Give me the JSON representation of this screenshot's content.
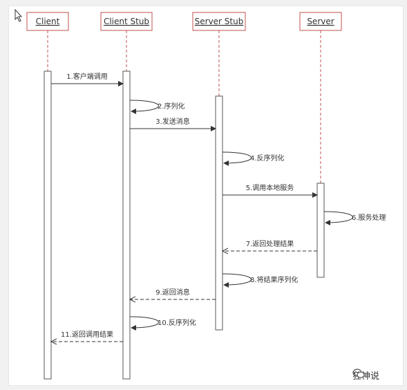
{
  "diagram": {
    "participants": [
      {
        "id": "client",
        "label": "Client"
      },
      {
        "id": "client_stub",
        "label": "Client Stub"
      },
      {
        "id": "server_stub",
        "label": "Server Stub"
      },
      {
        "id": "server",
        "label": "Server"
      }
    ],
    "messages": [
      {
        "id": "m1",
        "label": "1.客户端调用",
        "from": "client",
        "to": "client_stub",
        "kind": "call"
      },
      {
        "id": "m2",
        "label": "2.序列化",
        "from": "client_stub",
        "to": "client_stub",
        "kind": "self"
      },
      {
        "id": "m3",
        "label": "3.发送消息",
        "from": "client_stub",
        "to": "server_stub",
        "kind": "call"
      },
      {
        "id": "m4",
        "label": "4.反序列化",
        "from": "server_stub",
        "to": "server_stub",
        "kind": "self"
      },
      {
        "id": "m5",
        "label": "5.调用本地服务",
        "from": "server_stub",
        "to": "server",
        "kind": "call"
      },
      {
        "id": "m6",
        "label": "6.服务处理",
        "from": "server",
        "to": "server",
        "kind": "self"
      },
      {
        "id": "m7",
        "label": "7.返回处理结果",
        "from": "server",
        "to": "server_stub",
        "kind": "return"
      },
      {
        "id": "m8",
        "label": "8.将结果序列化",
        "from": "server_stub",
        "to": "server_stub",
        "kind": "self"
      },
      {
        "id": "m9",
        "label": "9.返回消息",
        "from": "server_stub",
        "to": "client_stub",
        "kind": "return"
      },
      {
        "id": "m10",
        "label": "10.反序列化",
        "from": "client_stub",
        "to": "client_stub",
        "kind": "self"
      },
      {
        "id": "m11",
        "label": "11.返回调用结果",
        "from": "client_stub",
        "to": "client",
        "kind": "return"
      }
    ],
    "colors": {
      "box_border": "#c0504d",
      "lifeline": "#c0504d",
      "activation_fill": "#ffffff",
      "activation_border": "#555555",
      "arrow": "#333333",
      "text": "#333333"
    }
  },
  "watermark": {
    "icon": "wechat-icon",
    "text": "狂神说"
  }
}
